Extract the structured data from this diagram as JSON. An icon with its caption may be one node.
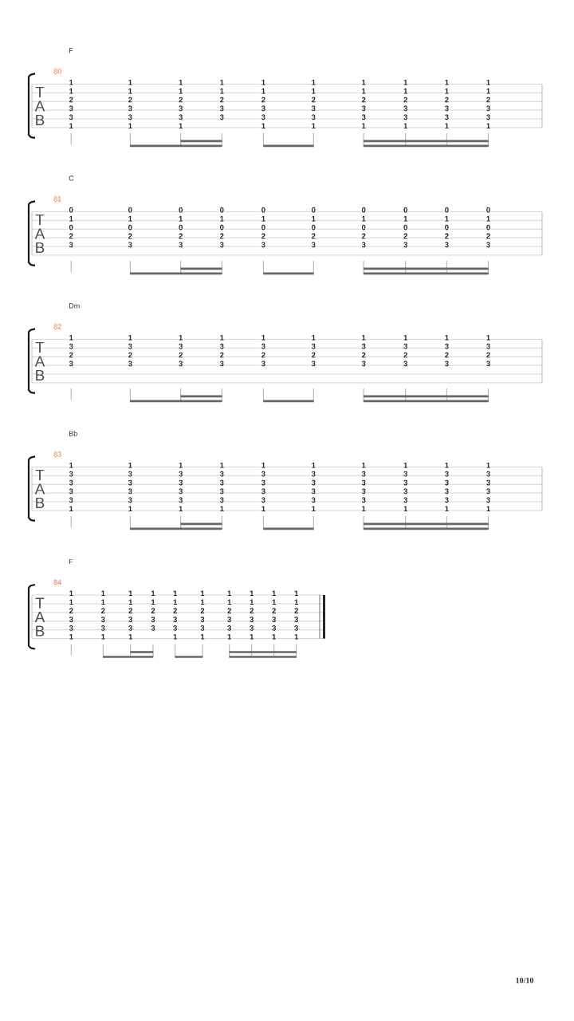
{
  "diagram": {
    "labels": [
      "F",
      "80",
      "T",
      "A",
      "B",
      "1",
      "1",
      "2",
      "3",
      "3",
      "1",
      "1",
      "1",
      "2",
      "3",
      "3",
      "1",
      "1",
      "1",
      "2",
      "3",
      "3",
      "1",
      "1",
      "1",
      "2",
      "3",
      "3",
      "1",
      "1",
      "2",
      "3",
      "3",
      "1",
      "1",
      "1",
      "2",
      "3",
      "3",
      "1",
      "1",
      "1",
      "2",
      "3",
      "3",
      "1",
      "1",
      "1",
      "2",
      "3",
      "3",
      "1",
      "1",
      "1",
      "2",
      "3",
      "3",
      "1",
      "1",
      "1",
      "2",
      "3",
      "3",
      "1",
      "C",
      "81",
      "T",
      "A",
      "B",
      "0",
      "1",
      "0",
      "2",
      "3",
      "0",
      "1",
      "0",
      "2",
      "3",
      "0",
      "1",
      "0",
      "2",
      "3",
      "0",
      "1",
      "0",
      "2",
      "3",
      "0",
      "1",
      "0",
      "2",
      "3",
      "0",
      "1",
      "0",
      "2",
      "3",
      "0",
      "1",
      "0",
      "2",
      "3",
      "0",
      "1",
      "0",
      "2",
      "3",
      "0",
      "1",
      "0",
      "2",
      "3",
      "0",
      "1",
      "0",
      "2",
      "3",
      "Dm",
      "82",
      "T",
      "A",
      "B",
      "1",
      "3",
      "2",
      "3",
      "1",
      "3",
      "2",
      "3",
      "1",
      "3",
      "2",
      "3",
      "1",
      "3",
      "2",
      "3",
      "1",
      "3",
      "2",
      "3",
      "1",
      "3",
      "2",
      "3",
      "1",
      "3",
      "2",
      "3",
      "1",
      "3",
      "2",
      "3",
      "1",
      "3",
      "2",
      "3",
      "1",
      "3",
      "2",
      "3",
      "Bb",
      "83",
      "T",
      "A",
      "B",
      "1",
      "3",
      "3",
      "3",
      "3",
      "1",
      "1",
      "3",
      "3",
      "3",
      "3",
      "1",
      "1",
      "3",
      "3",
      "3",
      "3",
      "1",
      "1",
      "3",
      "3",
      "3",
      "3",
      "1",
      "1",
      "3",
      "3",
      "3",
      "3",
      "1",
      "1",
      "3",
      "3",
      "3",
      "3",
      "1",
      "1",
      "3",
      "3",
      "3",
      "3",
      "1",
      "1",
      "3",
      "3",
      "3",
      "3",
      "1",
      "1",
      "3",
      "3",
      "3",
      "3",
      "1",
      "1",
      "3",
      "3",
      "3",
      "3",
      "1",
      "F",
      "84",
      "T",
      "A",
      "B",
      "1",
      "1",
      "2",
      "3",
      "3",
      "1",
      "1",
      "1",
      "2",
      "3",
      "3",
      "1",
      "1",
      "1",
      "2",
      "3",
      "3",
      "1",
      "1",
      "1",
      "2",
      "3",
      "3",
      "1",
      "1",
      "2",
      "3",
      "3",
      "1",
      "1",
      "1",
      "2",
      "3",
      "3",
      "1",
      "1",
      "1",
      "2",
      "3",
      "3",
      "1",
      "1",
      "1",
      "2",
      "3",
      "3",
      "1",
      "1",
      "1",
      "2",
      "3",
      "3",
      "1",
      "1",
      "1",
      "2",
      "3",
      "3",
      "1",
      "10/10"
    ]
  }
}
